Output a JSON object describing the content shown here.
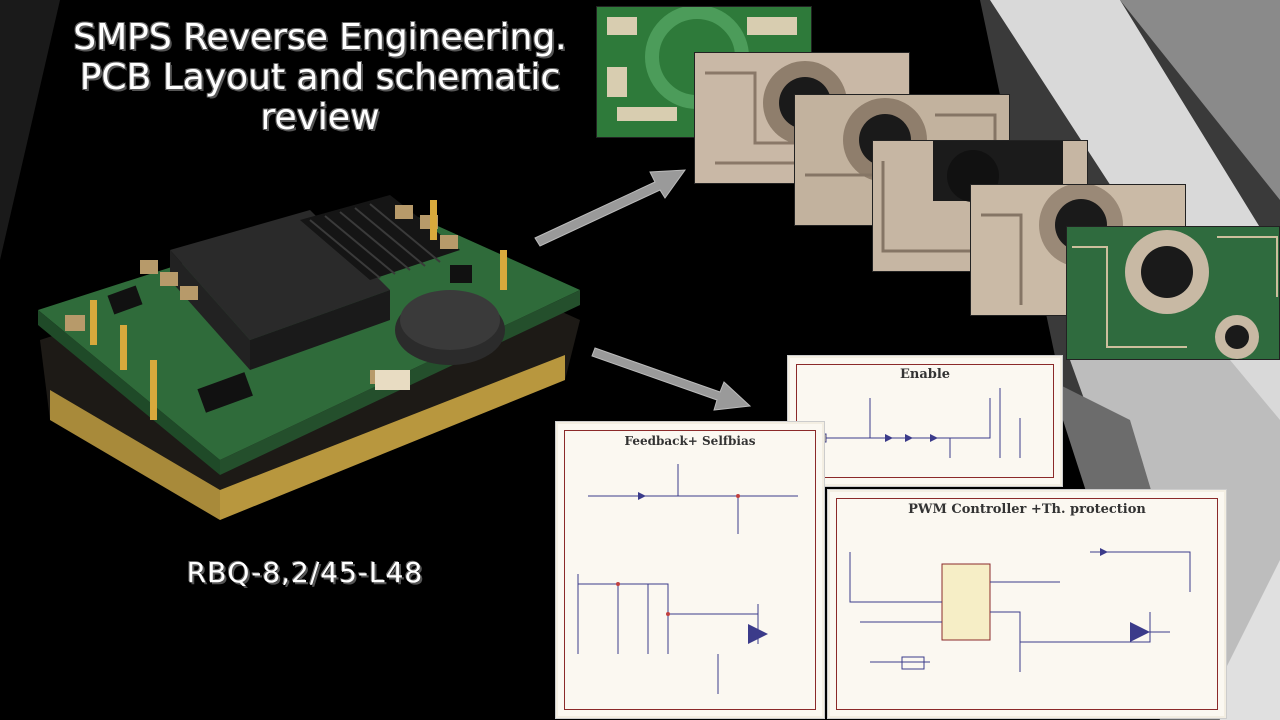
{
  "slide": {
    "title_lines": [
      "SMPS Reverse Engineering.",
      "PCB Layout and schematic",
      "review"
    ],
    "model_label": "RBQ-8,2/45-L48"
  },
  "schematics": {
    "enable_title": "Enable",
    "feedback_title": "Feedback+ Selfbias",
    "pwm_title": "PWM Controller +Th. protection"
  },
  "colors": {
    "background": "#000000",
    "pcb_green": "#2e7a3a",
    "pcb_copper": "#c9b8a6",
    "sheet_frame": "#8b2a2a",
    "arrow": "#9a9a9a"
  }
}
